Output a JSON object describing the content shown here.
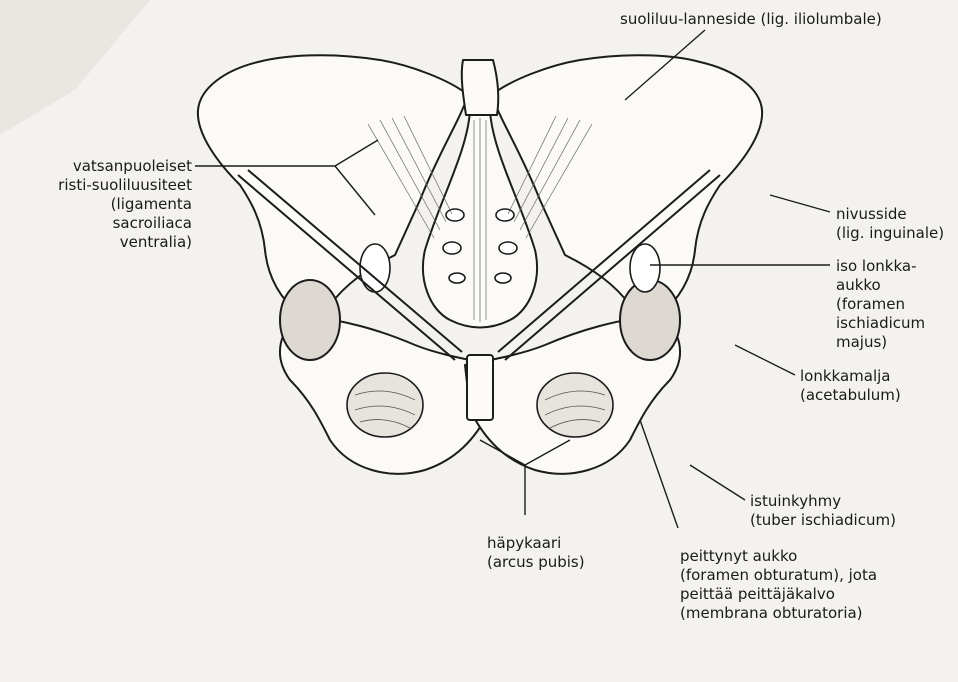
{
  "labels": {
    "iliolumbale": "suoliluu-lanneside (lig. iliolumbale)",
    "sacroiliaca": [
      "vatsanpuoleiset",
      "risti-suoliluusiteet",
      "(ligamenta",
      "sacroiliaca",
      "ventralia)"
    ],
    "inguinale": [
      "nivusside",
      "(lig. inguinale)"
    ],
    "ischiadicum_majus": [
      "iso lonkka-",
      "aukko",
      "(foramen",
      "ischiadicum",
      "majus)"
    ],
    "acetabulum": [
      "lonkkamalja",
      "(acetabulum)"
    ],
    "tuber": [
      "istuinkyhmy",
      "(tuber ischiadicum)"
    ],
    "arcus_pubis": [
      "häpykaari",
      "(arcus pubis)"
    ],
    "obturatum": [
      "peittynyt aukko",
      "(foramen obturatum), jota",
      "peittää peittäjäkalvo",
      "(membrana obturatoria)"
    ]
  }
}
